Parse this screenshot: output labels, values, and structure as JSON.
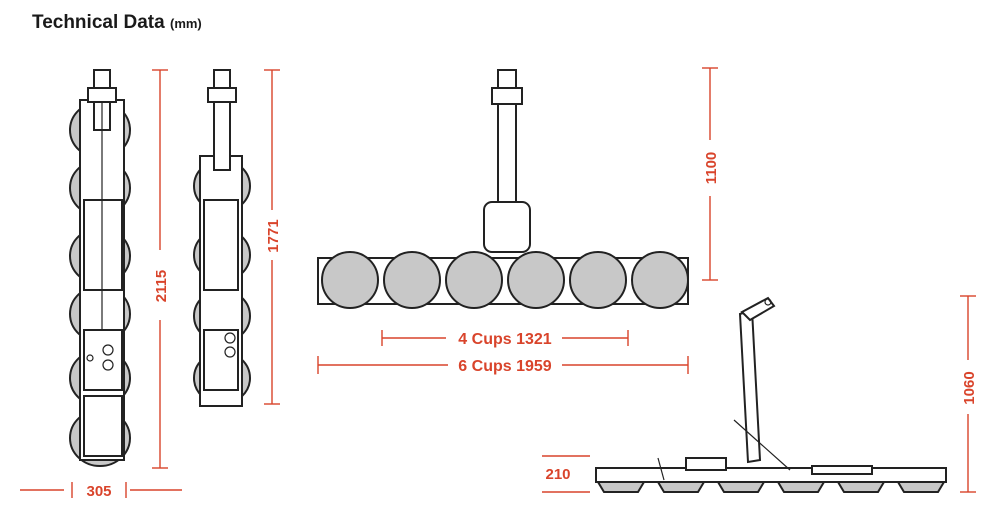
{
  "header": {
    "title": "Technical Data",
    "unit": "(mm)"
  },
  "dimensions": {
    "front_height": "2115",
    "front_width": "305",
    "side_height": "1771",
    "top_arm_height": "1100",
    "cups_4": "4 Cups 1321",
    "cups_6": "6 Cups 1959",
    "tilted_height": "1060",
    "tilted_base": "210"
  },
  "colors": {
    "dimension": "#d9442b",
    "outline": "#222222",
    "cup_fill": "#c8c8c8"
  }
}
